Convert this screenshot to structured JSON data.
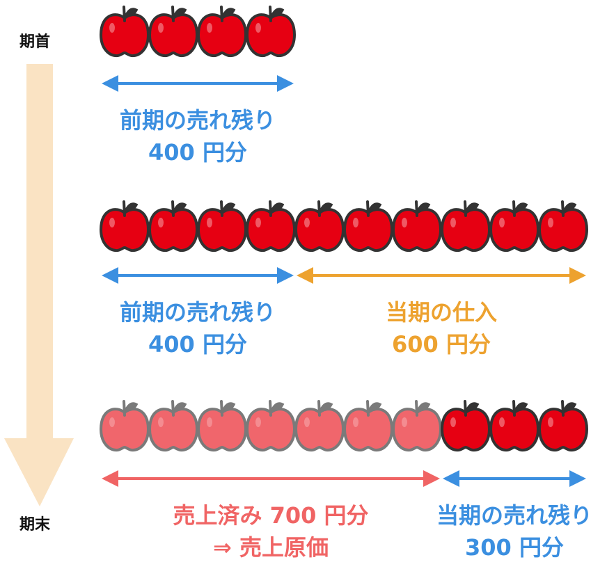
{
  "timeline": {
    "start_label": "期首",
    "end_label": "期末"
  },
  "colors": {
    "apple_red": "#e60012",
    "apple_sold": "#f0666c",
    "outline_dark": "#333333",
    "outline_sold": "#7a7a7a",
    "blue": "#3b8fe0",
    "orange": "#eda22f",
    "red": "#f06464",
    "time_arrow": "#fae3c3"
  },
  "rows": [
    {
      "apple_count": 4,
      "sold_count": 0,
      "segments": [
        {
          "apples": 4,
          "color": "blue",
          "line1": "前期の売れ残り",
          "line2": "400 円分"
        }
      ]
    },
    {
      "apple_count": 10,
      "sold_count": 0,
      "segments": [
        {
          "apples": 4,
          "color": "blue",
          "line1": "前期の売れ残り",
          "line2": "400 円分"
        },
        {
          "apples": 6,
          "color": "orange",
          "line1": "当期の仕入",
          "line2": "600 円分"
        }
      ]
    },
    {
      "apple_count": 10,
      "sold_count": 7,
      "segments": [
        {
          "apples": 7,
          "color": "red",
          "line1": "売上済み 700 円分",
          "line2": "⇒ 売上原価"
        },
        {
          "apples": 3,
          "color": "blue",
          "line1": "当期の売れ残り",
          "line2": "300 円分"
        }
      ]
    }
  ]
}
